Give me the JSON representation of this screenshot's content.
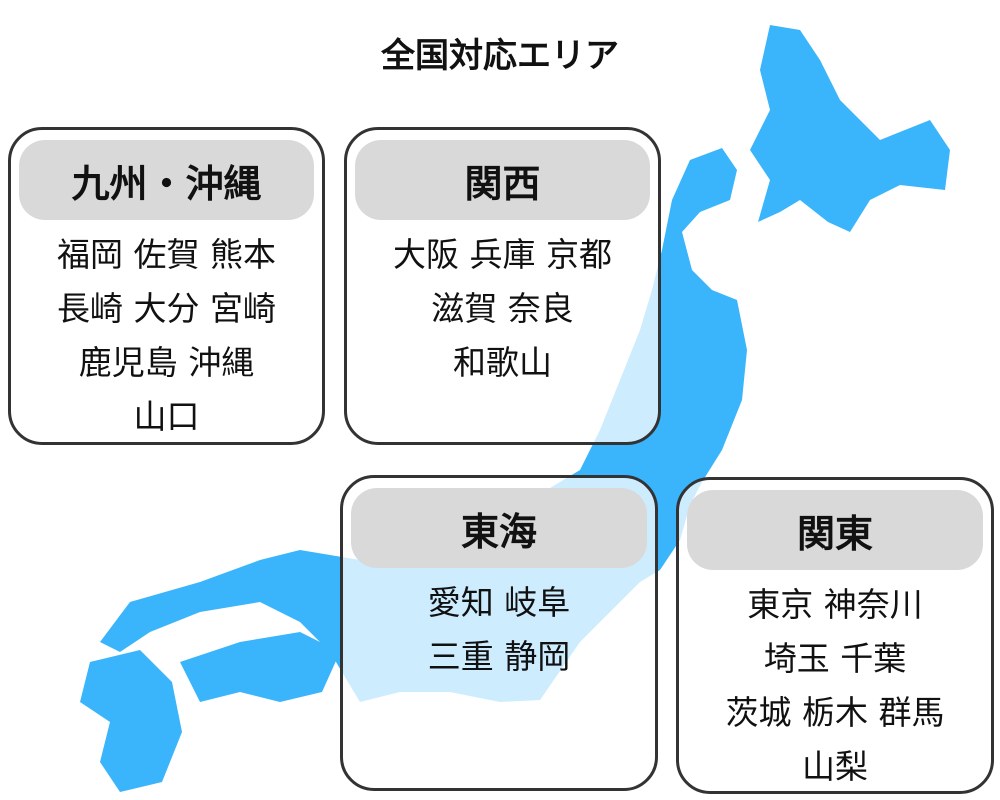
{
  "title": "全国対応エリア",
  "colors": {
    "map": "#3ab4fb",
    "border": "#333333",
    "header_bg": "#d9d9d9"
  },
  "regions": [
    {
      "name": "九州・沖縄",
      "lines": [
        "福岡 佐賀 熊本",
        "長崎 大分 宮崎",
        "鹿児島 沖縄",
        "山口"
      ]
    },
    {
      "name": "関西",
      "lines": [
        "大阪 兵庫 京都",
        "滋賀 奈良",
        "和歌山"
      ]
    },
    {
      "name": "東海",
      "lines": [
        "愛知 岐阜",
        "三重 静岡"
      ]
    },
    {
      "name": "関東",
      "lines": [
        "東京 神奈川",
        "埼玉 千葉",
        "茨城 栃木 群馬",
        "山梨"
      ]
    }
  ]
}
